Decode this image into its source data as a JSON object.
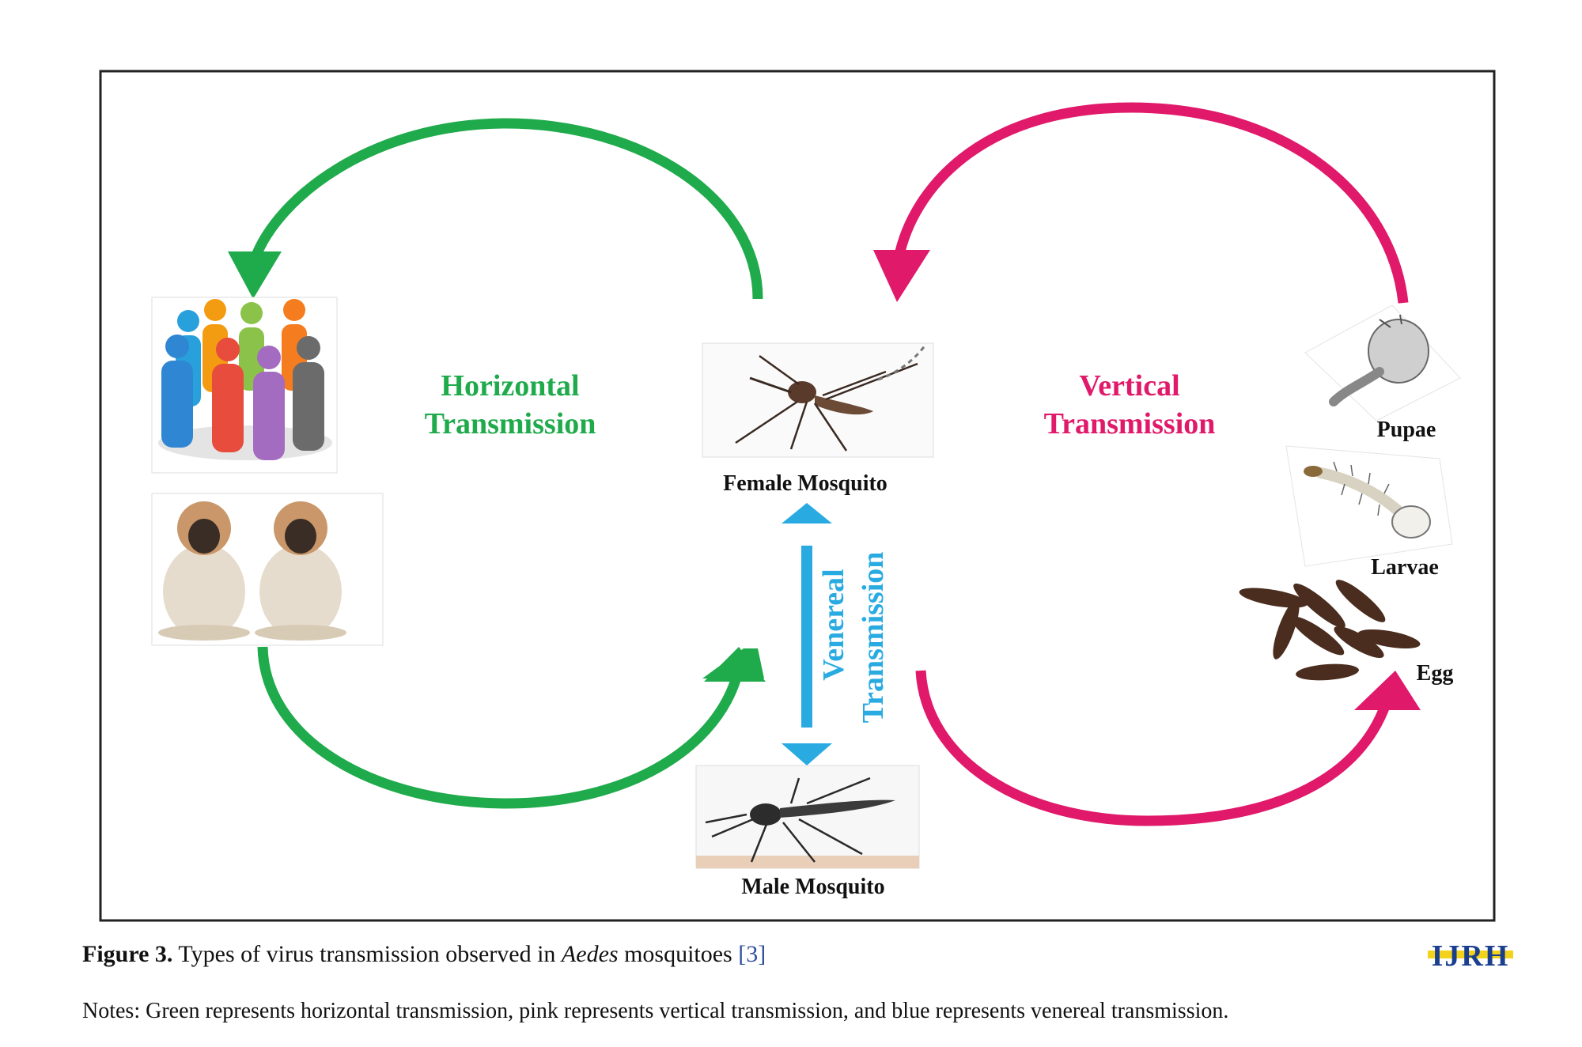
{
  "figure": {
    "colors": {
      "horizontal": "#1faa4b",
      "vertical": "#e0196a",
      "venereal": "#29abe2",
      "frame": "#222222"
    },
    "labels": {
      "horizontal_line1": "Horizontal",
      "horizontal_line2": "Transmission",
      "vertical_line1": "Vertical",
      "vertical_line2": "Transmission",
      "venereal_line1": "Venereal",
      "venereal_line2": "Transmission",
      "female": "Female Mosquito",
      "male": "Male Mosquito",
      "pupae": "Pupae",
      "larvae": "Larvae",
      "egg": "Egg"
    }
  },
  "caption": {
    "figure_label": "Figure 3.",
    "text_before": " Types of virus transmission observed in ",
    "genus": "Aedes",
    "text_after": " mosquitoes ",
    "ref": "[3]"
  },
  "notes": "Notes: Green represents horizontal transmission, pink represents vertical transmission, and blue represents venereal transmission.",
  "logo": "IJRH"
}
